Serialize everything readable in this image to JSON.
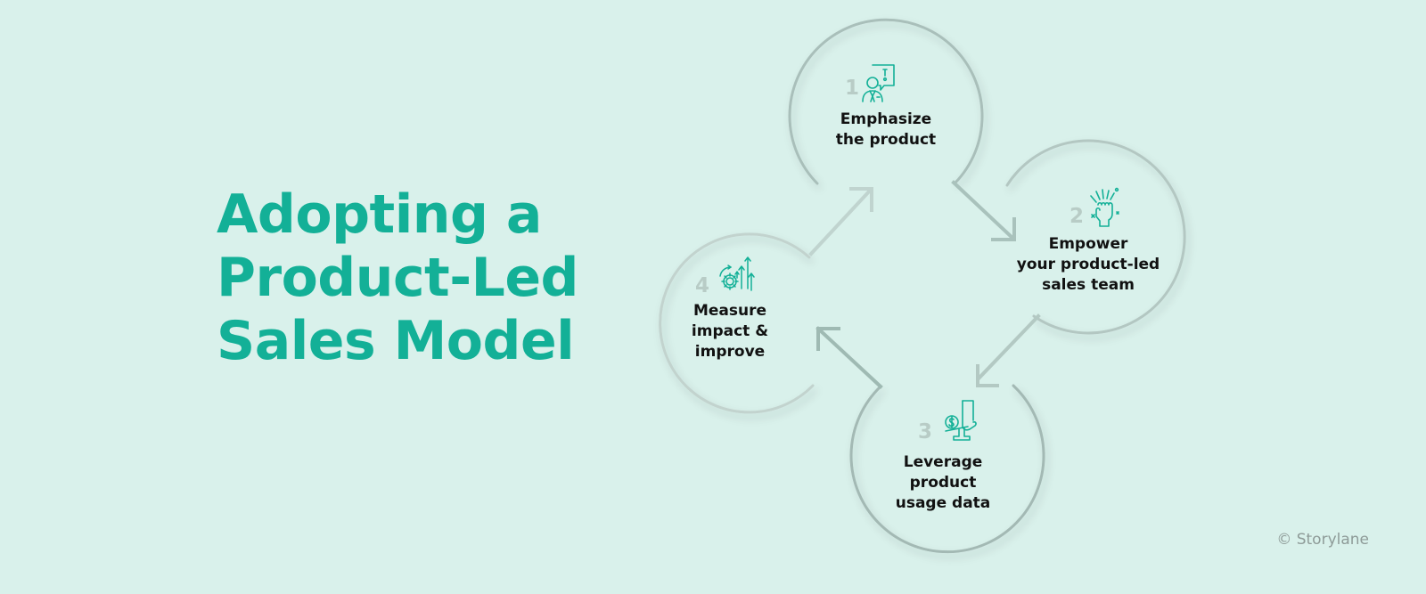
{
  "title": {
    "lines": [
      "Adopting a",
      "Product-Led",
      "Sales Model"
    ]
  },
  "colors": {
    "background": "#d9f1eb",
    "accent": "#13b097",
    "circle_stroke": "#a9bfba",
    "arrow": "#a9c2bc",
    "step_number": "#b8ccc6",
    "text": "#111111"
  },
  "steps": [
    {
      "number": "1",
      "icon": "presenter-speech-bubble-icon",
      "lines": [
        "Emphasize",
        "the product"
      ]
    },
    {
      "number": "2",
      "icon": "raised-fist-icon",
      "lines": [
        "Empower",
        "your product-led",
        "sales team"
      ]
    },
    {
      "number": "3",
      "icon": "hand-scale-dollar-icon",
      "lines": [
        "Leverage",
        "product",
        "usage data"
      ]
    },
    {
      "number": "4",
      "icon": "gear-growth-arrows-icon",
      "lines": [
        "Measure",
        "impact &",
        "improve"
      ]
    }
  ],
  "credit": "© Storylane"
}
